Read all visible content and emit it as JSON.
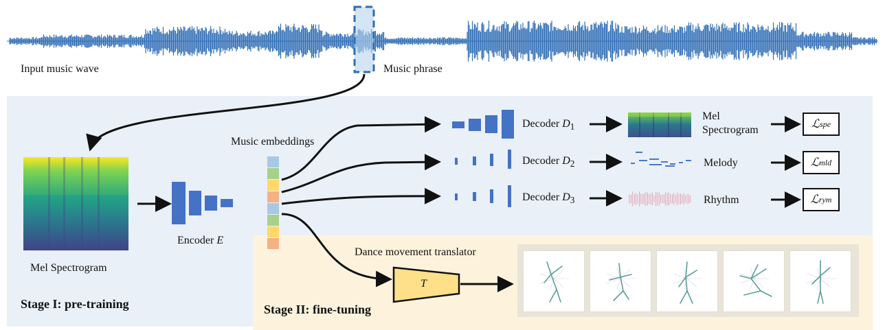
{
  "waveform": {
    "input_label": "Input music wave",
    "phrase_label": "Music phrase",
    "color": "#2f6db5"
  },
  "stage1": {
    "label": "Stage I: pre-training",
    "mel_label": "Mel  Spectrogram",
    "encoder_label": "Encoder",
    "encoder_symbol": "E",
    "embeddings_label": "Music embeddings"
  },
  "embedding_colors": [
    "#a8c8e6",
    "#a8d08d",
    "#ffd966",
    "#f4b183",
    "#a8c8e6",
    "#a8d08d",
    "#ffd966",
    "#f4b183"
  ],
  "decoders": [
    {
      "label": "Decoder",
      "symbol": "D",
      "index": "1",
      "output": "Mel\nSpectrogram",
      "output_line1": "Mel",
      "output_line2": "Spectrogram",
      "loss_main": "ℒ",
      "loss_sub": "spe"
    },
    {
      "label": "Decoder",
      "symbol": "D",
      "index": "2",
      "output": "Melody",
      "loss_main": "ℒ",
      "loss_sub": "mld"
    },
    {
      "label": "Decoder",
      "symbol": "D",
      "index": "3",
      "output": "Rhythm",
      "loss_main": "ℒ",
      "loss_sub": "rym"
    }
  ],
  "stage2": {
    "label": "Stage II: fine-tuning",
    "translator_label": "Dance movement translator",
    "translator_symbol": "T",
    "translator_color": "#ffe08a"
  },
  "accent_color": "#4472c4"
}
